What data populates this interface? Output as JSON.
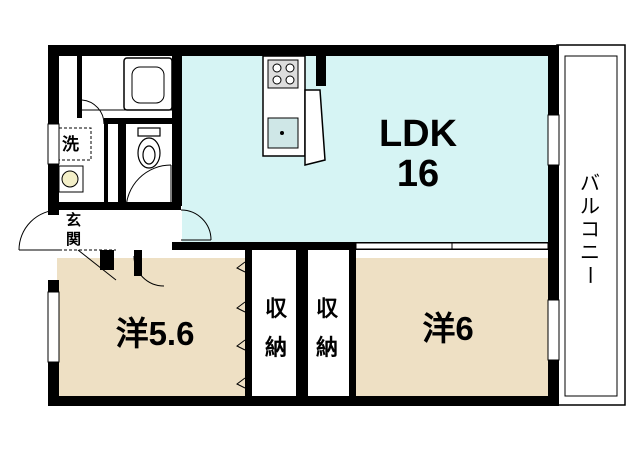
{
  "rooms": {
    "ldk": {
      "name": "LDK",
      "size": "16"
    },
    "western1": {
      "label": "洋5.6"
    },
    "western2": {
      "label": "洋6"
    }
  },
  "storage": {
    "left": [
      "収",
      "納"
    ],
    "right": [
      "収",
      "納"
    ]
  },
  "areas": {
    "washroom": "洗",
    "entrance": [
      "玄",
      "関"
    ]
  },
  "balcony": [
    "バ",
    "ル",
    "コ",
    "ニ",
    "ー"
  ],
  "colors": {
    "ldk": "#d6f4f4",
    "western": "#eee0c4",
    "wall": "#000000",
    "floor": "#ffffff"
  }
}
